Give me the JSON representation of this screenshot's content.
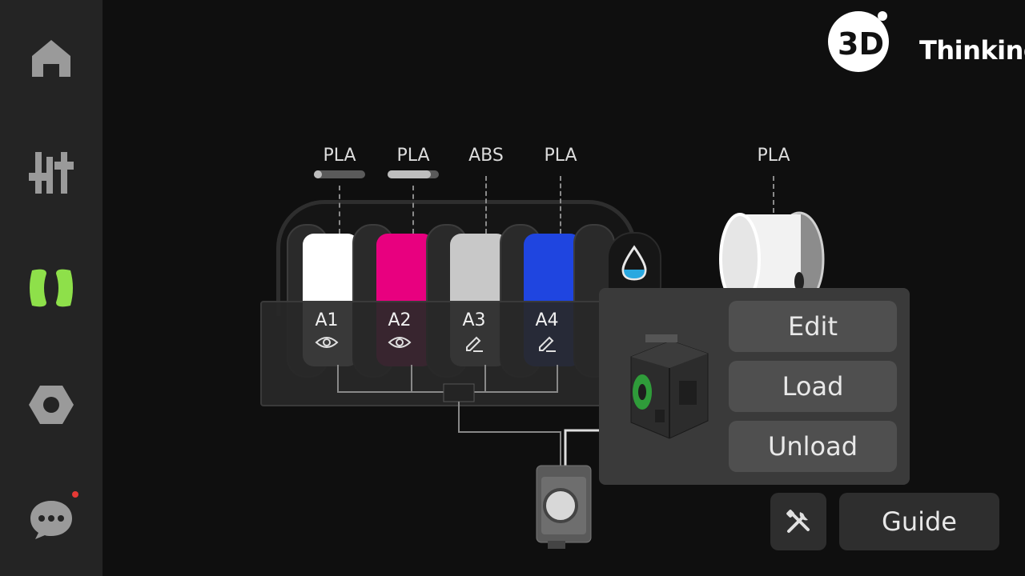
{
  "logo": {
    "text": "Thinking",
    "mark": "3D"
  },
  "sidebar": {
    "items": [
      {
        "name": "home",
        "icon": "home-icon",
        "active": false
      },
      {
        "name": "controls",
        "icon": "sliders-icon",
        "active": false
      },
      {
        "name": "filament",
        "icon": "filament-icon",
        "active": true
      },
      {
        "name": "settings",
        "icon": "hex-nut-icon",
        "active": false
      },
      {
        "name": "messages",
        "icon": "chat-icon",
        "active": false,
        "badge": true
      }
    ],
    "active_color": "#8ee04a"
  },
  "slots": [
    {
      "id": "A1",
      "material": "PLA",
      "color": "#ffffff",
      "status_icon": "eye-icon",
      "fill": 0.15
    },
    {
      "id": "A2",
      "material": "PLA",
      "color": "#e8007f",
      "status_icon": "eye-icon",
      "fill": 0.85
    },
    {
      "id": "A3",
      "material": "ABS",
      "color": "#c8c8c8",
      "status_icon": "pencil-icon"
    },
    {
      "id": "A4",
      "material": "PLA",
      "color": "#1f45e0",
      "status_icon": "pencil-icon"
    }
  ],
  "external": {
    "material": "PLA"
  },
  "popup": {
    "edit_label": "Edit",
    "load_label": "Load",
    "unload_label": "Unload"
  },
  "footer": {
    "guide_label": "Guide",
    "tool_icon": "tools-icon"
  }
}
